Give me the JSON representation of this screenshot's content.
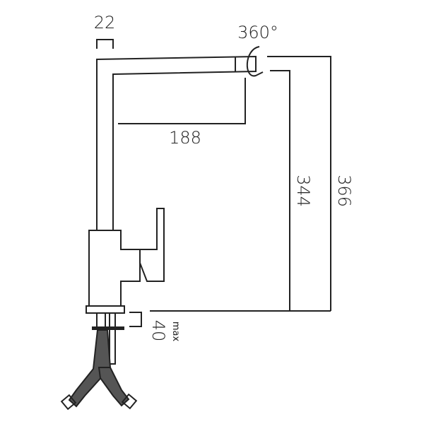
{
  "dimensions": {
    "spout_width": "22",
    "rotation": "360°",
    "spout_reach": "188",
    "spout_height": "344",
    "total_height": "366",
    "deck_thickness": "40",
    "deck_thickness_note": "max"
  },
  "colors": {
    "line": "#222222",
    "hose": "#444444"
  }
}
